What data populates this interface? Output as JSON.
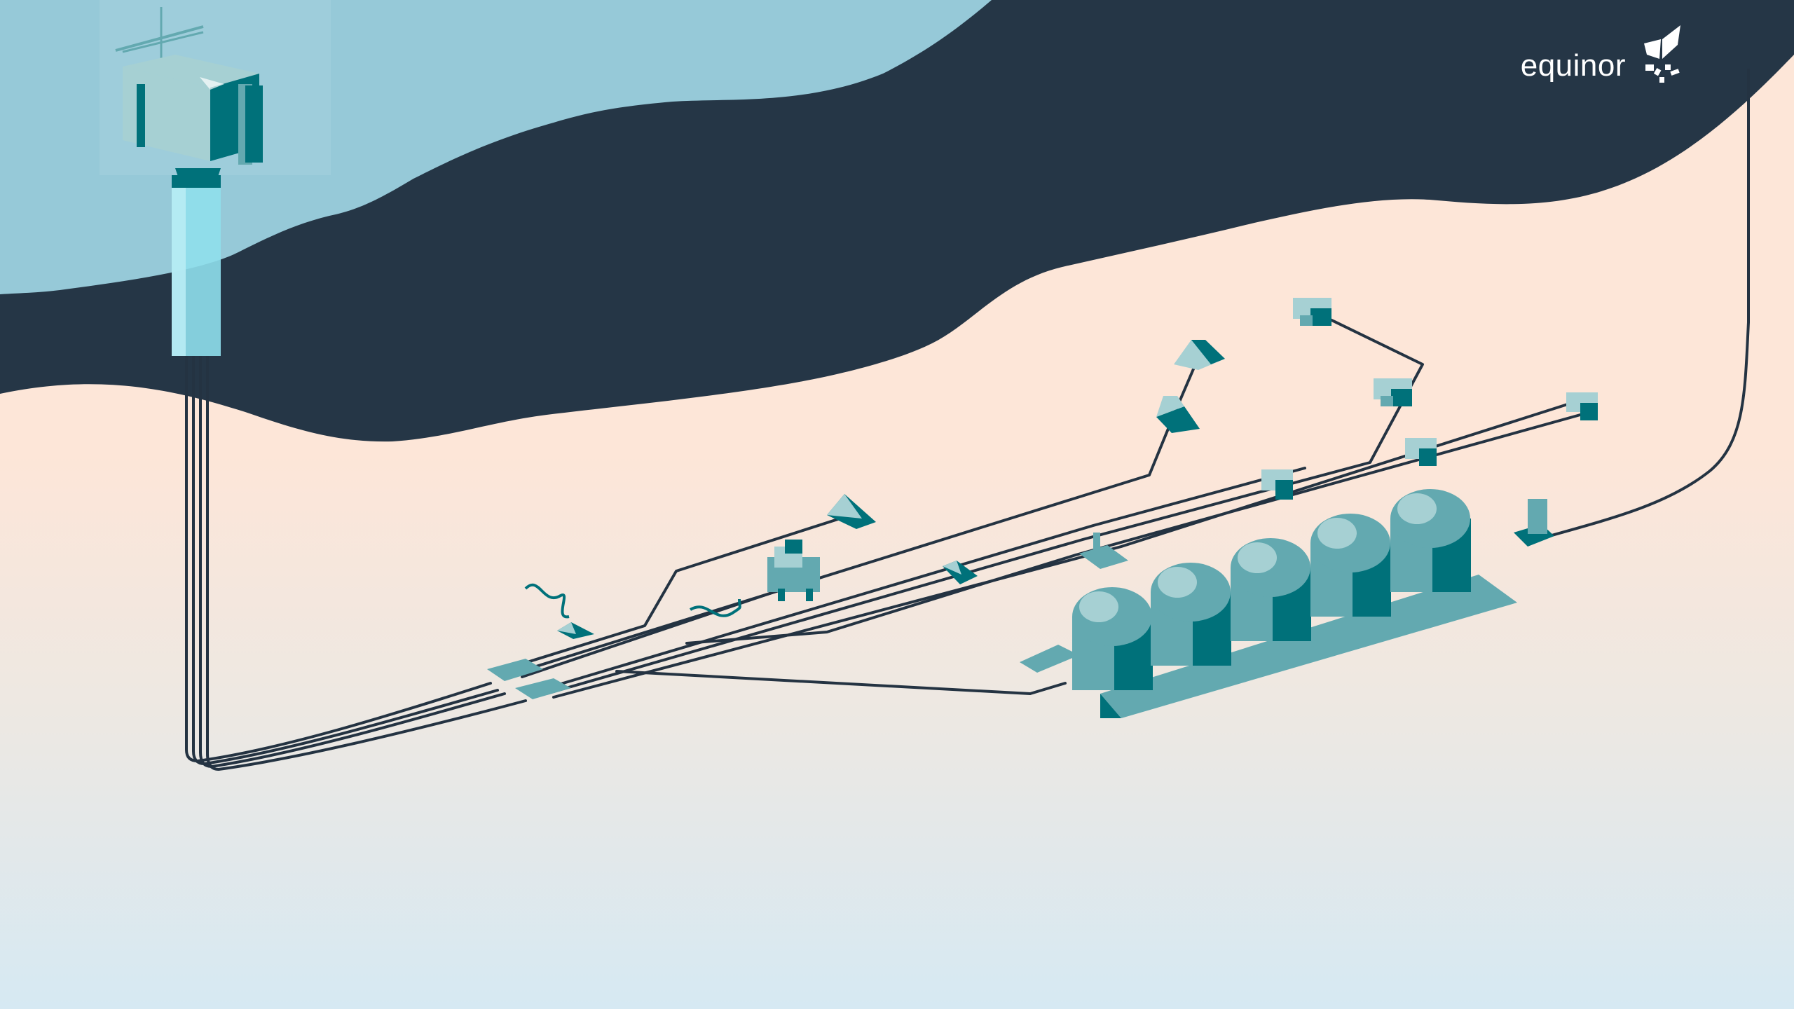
{
  "brand": {
    "name": "equinor",
    "mark_icon": "equinor-star-logo-icon"
  },
  "palette": {
    "sky": "#96c9d8",
    "sea": "#253646",
    "seabed_top": "#fde6d8",
    "seabed_mid": "#ece8e3",
    "ground_bottom": "#d6e9f3",
    "teal_dark": "#00717a",
    "teal_mid": "#63a9b0",
    "teal_light": "#a6d0d3",
    "teal_glass": "#8fdfec",
    "flowline": "#243342",
    "brand_white": "#ffffff"
  },
  "components": {
    "platform": "floating-platform-icon",
    "riser": "riser-column",
    "tanks": "subsea-storage-tanks",
    "manifold": "subsea-manifold-icon",
    "wellhead": "subsea-template-icon"
  }
}
